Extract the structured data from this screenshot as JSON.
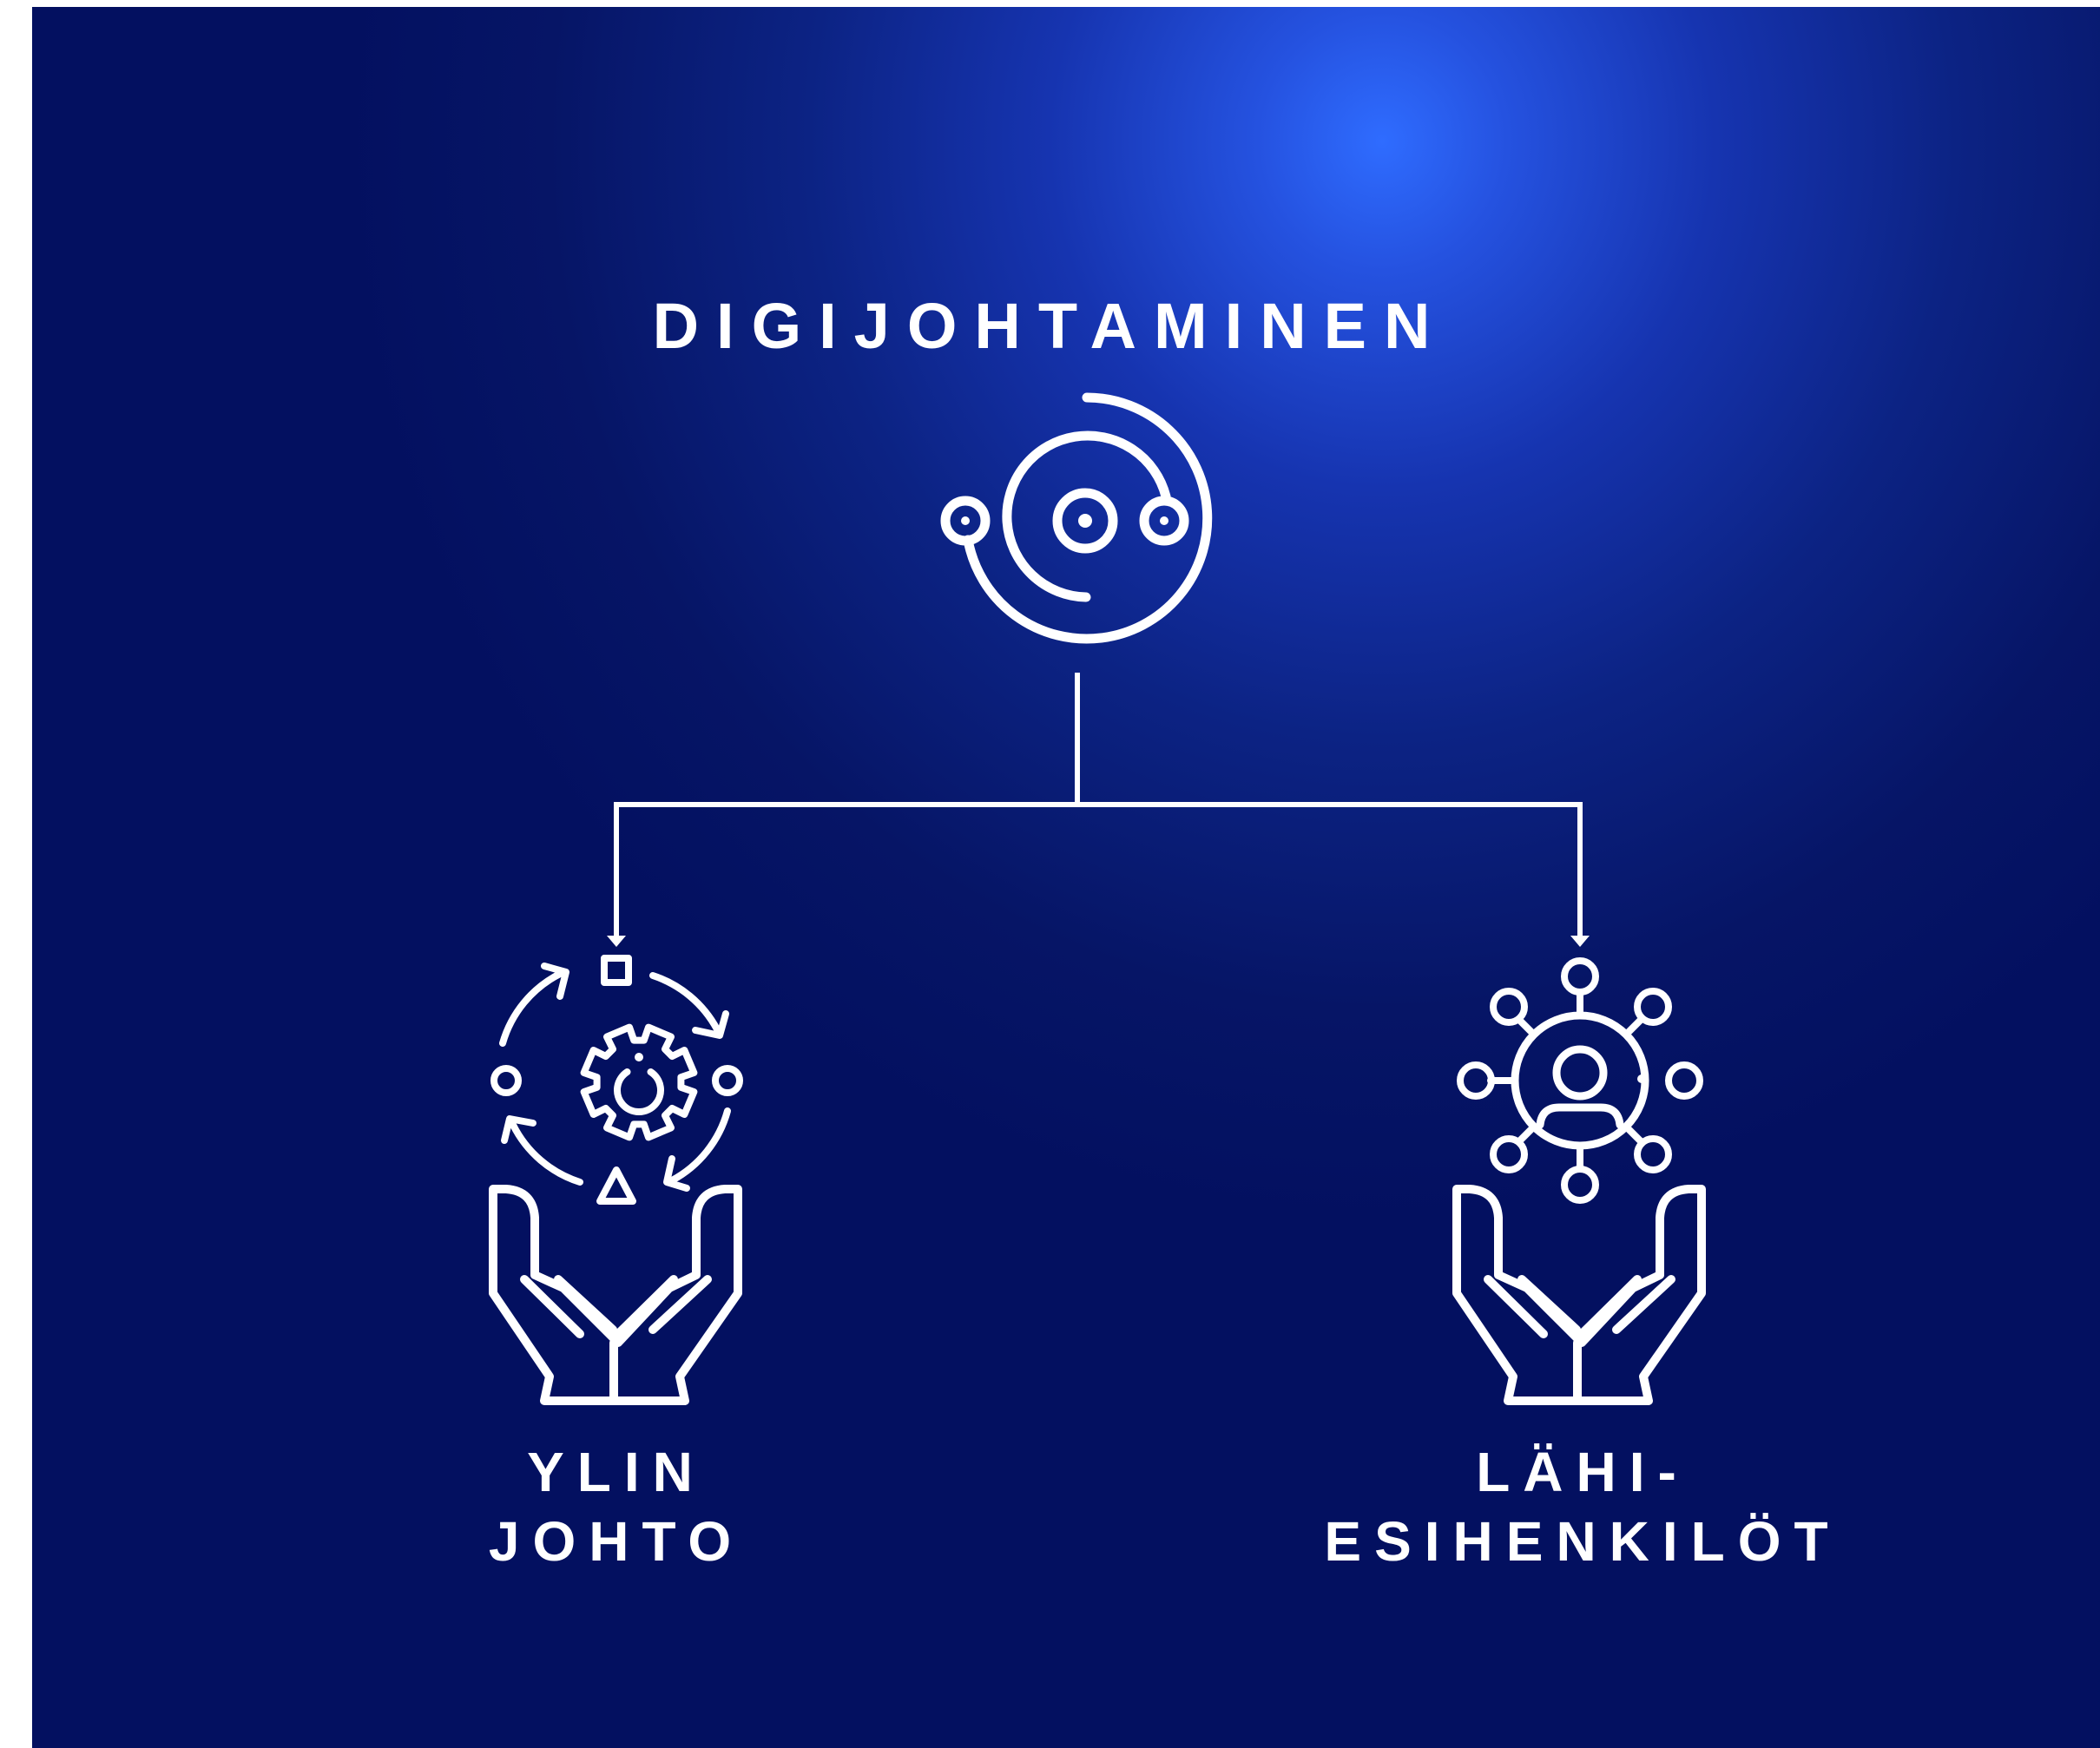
{
  "title": "DIGIJOHTAMINEN",
  "nodes": {
    "left": {
      "line1": "YLIN",
      "line2": "JOHTO"
    },
    "right": {
      "line1": "LÄHI-",
      "line2": "ESIHENKILÖT"
    }
  },
  "colors": {
    "background_center": "#2f6cff",
    "background_edge": "#031060",
    "line": "#ffffff"
  },
  "icons": {
    "root": "digital-orbit-icon",
    "left": "hands-holding-gear-icon",
    "right": "hands-holding-network-icon"
  }
}
